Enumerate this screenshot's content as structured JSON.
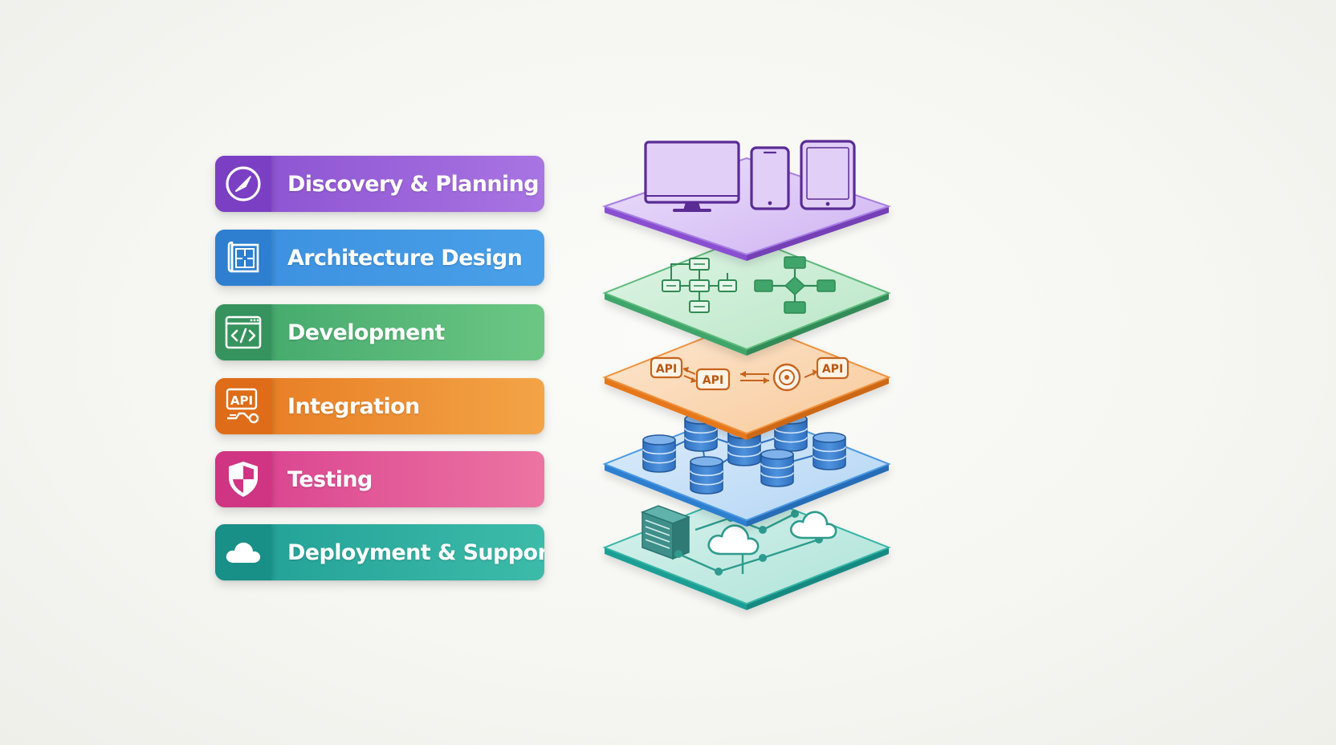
{
  "phases": [
    {
      "label": "Discovery & Planning",
      "icon": "compass-icon",
      "color": "#8a4fd0"
    },
    {
      "label": "Architecture Design",
      "icon": "blueprint-icon",
      "color": "#3b8fdf"
    },
    {
      "label": "Development",
      "icon": "code-window-icon",
      "color": "#3fa56a"
    },
    {
      "label": "Integration",
      "icon": "api-connector-icon",
      "color": "#e6781f"
    },
    {
      "label": "Testing",
      "icon": "shield-icon",
      "color": "#d83e8e"
    },
    {
      "label": "Deployment & Support",
      "icon": "cloud-icon",
      "color": "#1f9e95"
    }
  ],
  "layers": [
    {
      "name": "devices-layer",
      "icons": [
        "desktop-monitor-icon",
        "smartphone-icon",
        "tablet-icon"
      ],
      "color": "#9b6ad8"
    },
    {
      "name": "architecture-layer",
      "icons": [
        "flowchart-icon",
        "decision-diagram-icon"
      ],
      "color": "#5bb97a"
    },
    {
      "name": "integration-layer",
      "labels": [
        "API",
        "API",
        "API"
      ],
      "icons": [
        "api-hub-icon"
      ],
      "color": "#f0913a"
    },
    {
      "name": "data-layer",
      "icons": [
        "database-icon"
      ],
      "color": "#3c8ee0"
    },
    {
      "name": "infrastructure-layer",
      "icons": [
        "server-rack-icon",
        "cloud-icon"
      ],
      "color": "#2fb2a3"
    }
  ]
}
